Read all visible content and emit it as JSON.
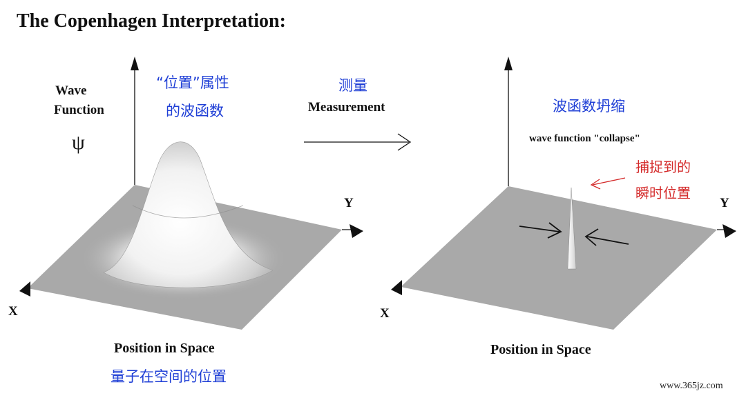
{
  "title": "The Copenhagen Interpretation:",
  "left_panel": {
    "y_label": "Wave",
    "y_label_2": "Function",
    "psi": "ψ",
    "caption_cn_1": "“位置”属性",
    "caption_cn_2": "的波函数",
    "x_axis": "X",
    "y_axis": "Y",
    "bottom_label": "Position in Space",
    "bottom_label_cn": "量子在空间的位置"
  },
  "middle": {
    "measure_cn": "测量",
    "measure_en": "Measurement"
  },
  "right_panel": {
    "collapse_cn": "波函数坍缩",
    "collapse_en": "wave function \"collapse\"",
    "capture_cn_1": "捕捉到的",
    "capture_cn_2": "瞬时位置",
    "x_axis": "X",
    "y_axis": "Y",
    "bottom_label": "Position in Space"
  },
  "watermark": "www.365jz.com",
  "colors": {
    "plane": "#a9a9a9",
    "blue_text": "#1f3fd6",
    "red_text": "#d42a2a"
  }
}
